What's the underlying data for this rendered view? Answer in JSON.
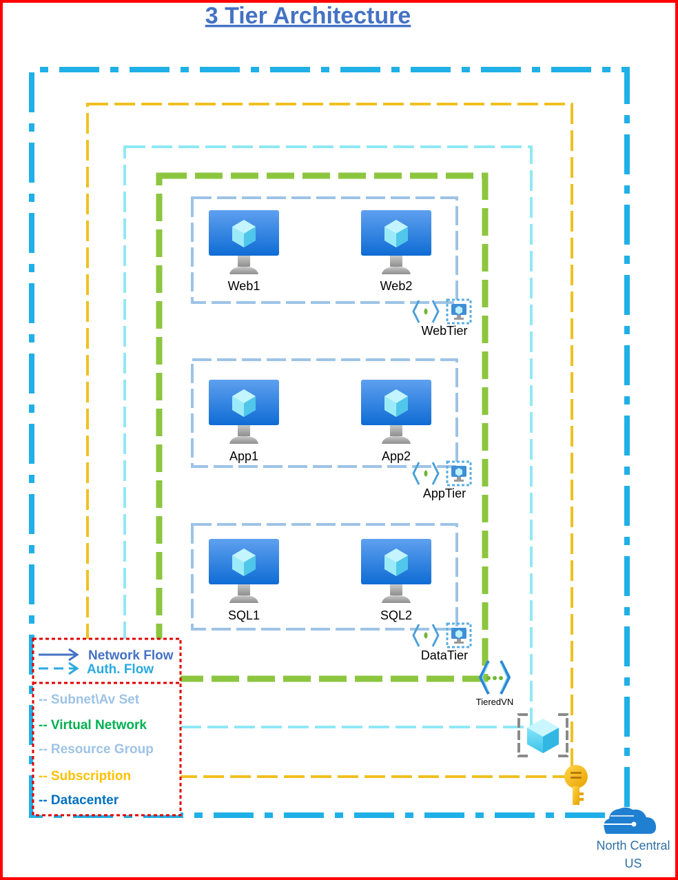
{
  "title": "3 Tier Architecture",
  "colors": {
    "frame": "#ff0000",
    "datacenter": "#1fb0e8",
    "subscription": "#f0c020",
    "resource_group": "#8fe8f5",
    "virtual_network": "#8cc63f",
    "subnet": "#9dc3e6",
    "network_flow": "#4472c4",
    "auth_flow": "#29a9e1"
  },
  "tiers": [
    {
      "name": "WebTier",
      "vms": [
        "Web1",
        "Web2"
      ]
    },
    {
      "name": "AppTier",
      "vms": [
        "App1",
        "App2"
      ]
    },
    {
      "name": "DataTier",
      "vms": [
        "SQL1",
        "SQL2"
      ]
    }
  ],
  "vnet_label": "TieredVN",
  "region": {
    "line1": "North Central",
    "line2": "US"
  },
  "legend": {
    "flows": [
      {
        "label": "Network Flow",
        "color": "#4472c4"
      },
      {
        "label": "Auth. Flow",
        "color": "#29a9e1"
      }
    ],
    "items": [
      {
        "label": "-- Subnet\\Av Set",
        "color": "#9dc3e6"
      },
      {
        "label": "-- Virtual Network",
        "color": "#00b050"
      },
      {
        "label": "-- Resource Group",
        "color": "#9dc3e6"
      },
      {
        "label": "-- Subscription",
        "color": "#ffc000"
      },
      {
        "label": "-- Datacenter",
        "color": "#0070c0"
      }
    ]
  },
  "icons": {
    "vm": "virtual-machine-icon",
    "subnet": "subnet-icon",
    "availability_set": "availability-set-icon",
    "vnet": "virtual-network-icon",
    "resource_group": "resource-group-icon",
    "key": "subscription-key-icon",
    "cloud": "azure-region-cloud-icon"
  }
}
